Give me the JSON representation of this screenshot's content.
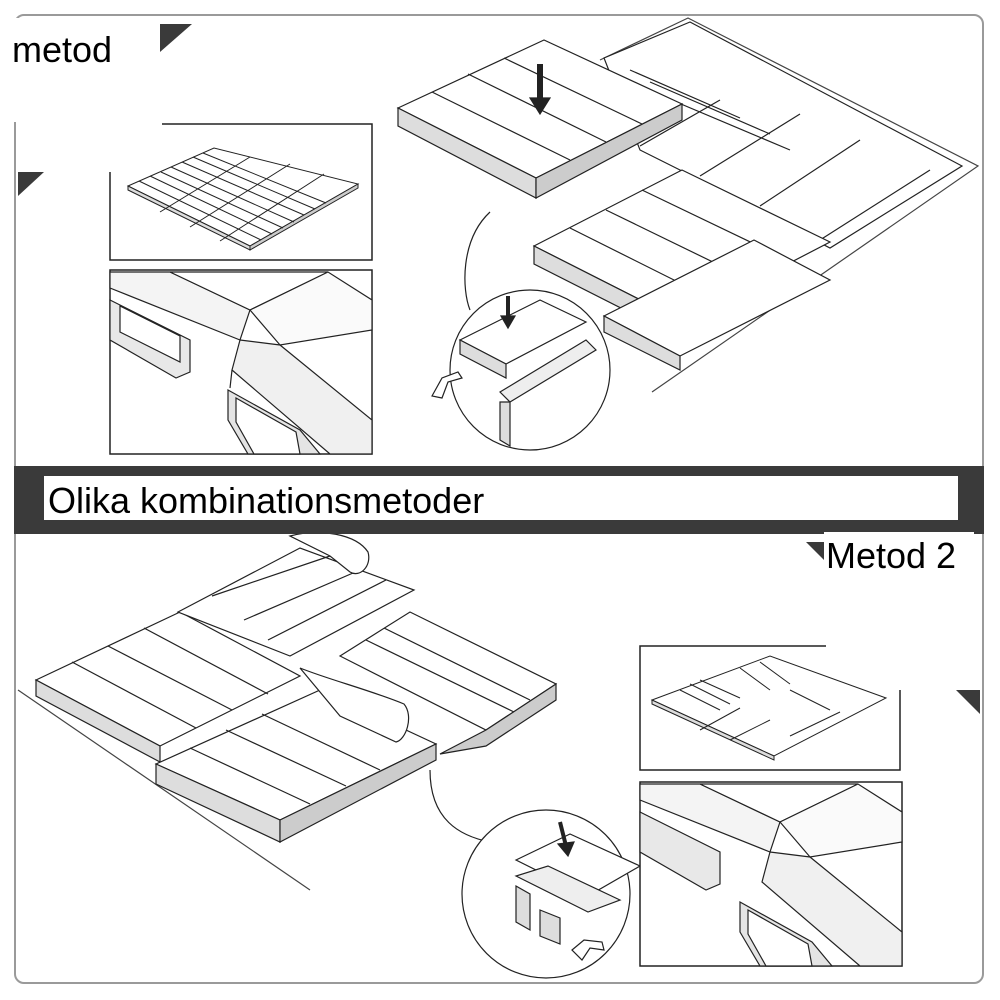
{
  "method1": {
    "label": "metod"
  },
  "banner": {
    "title": "Olika kombinationsmetoder"
  },
  "method2": {
    "label": "Metod 2"
  },
  "icons": [
    "arrow-down-icon",
    "hand-pointer-icon",
    "hand-icon"
  ],
  "colors": {
    "band": "#3a3a3a",
    "frame": "#9a9a9a",
    "line": "#222222"
  }
}
